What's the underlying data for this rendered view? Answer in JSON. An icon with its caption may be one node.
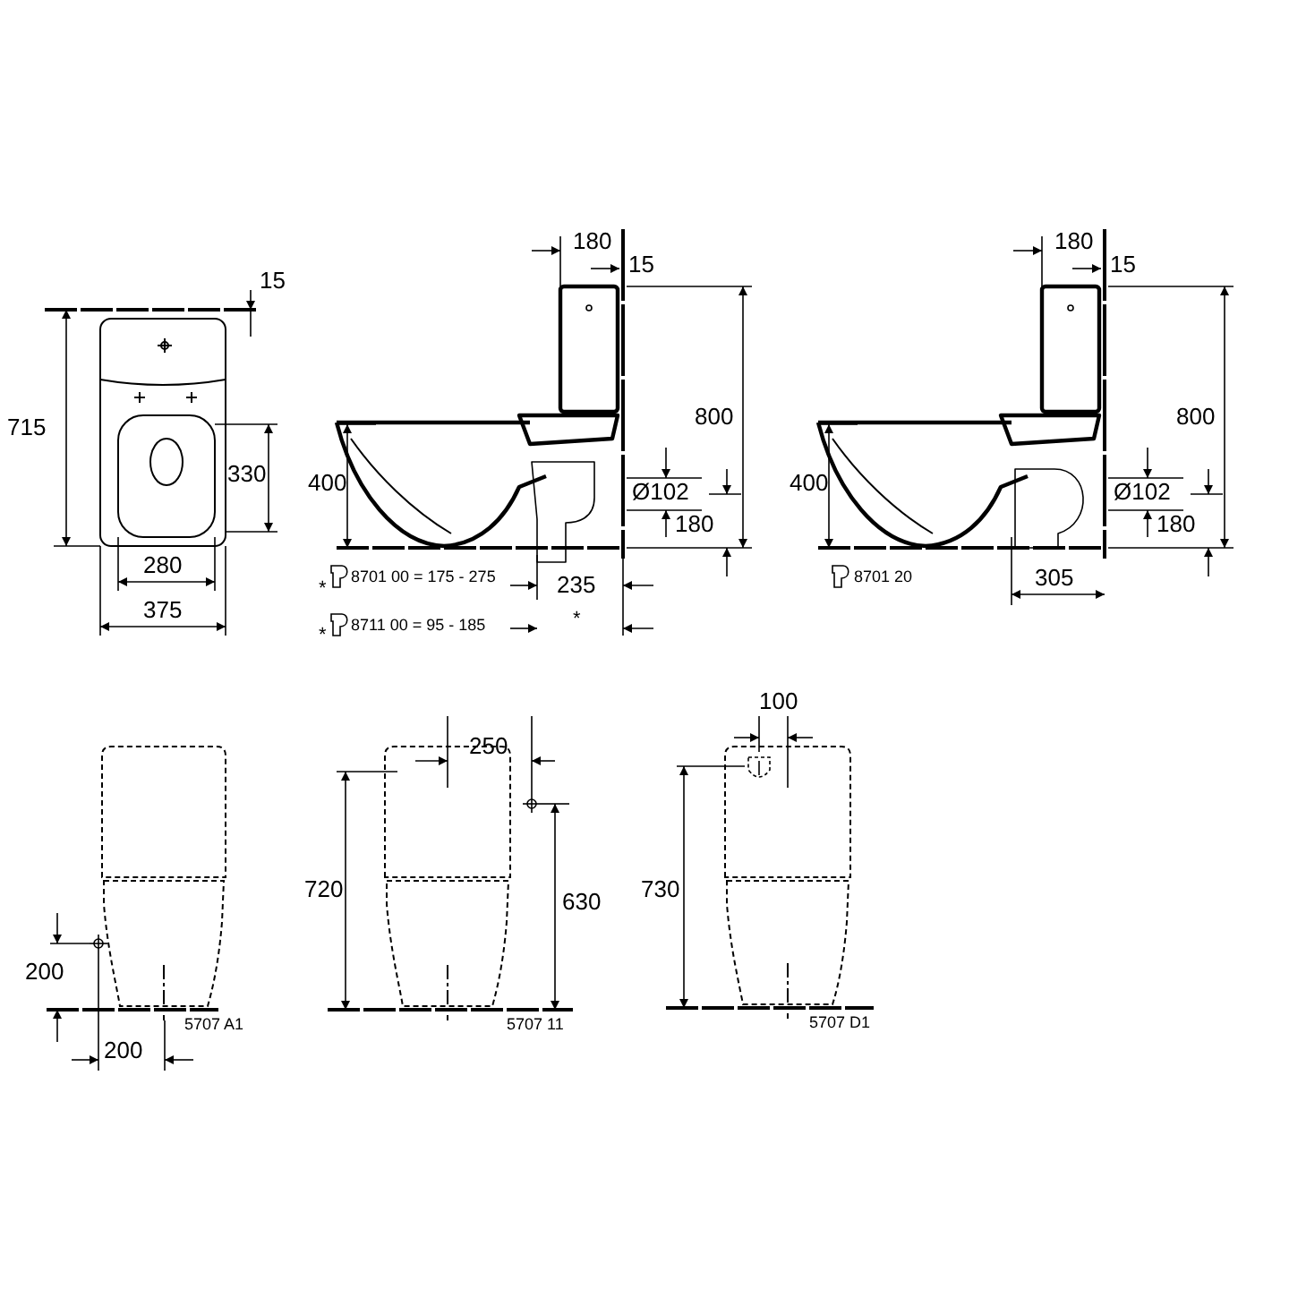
{
  "diagram": {
    "labels": [
      "15",
      "715",
      "330",
      "280",
      "375",
      "180",
      "15",
      "800",
      "400",
      "Ø102",
      "180",
      "*",
      "8701 00 = 175 - 275",
      "235",
      "*",
      "8711 00 = 95 - 185",
      "*",
      "180",
      "15",
      "800",
      "400",
      "Ø102",
      "180",
      "8701 20",
      "305",
      "250",
      "100",
      "200",
      "720",
      "630",
      "730",
      "200",
      "5707 A1",
      "5707 11",
      "5707 D1"
    ]
  }
}
